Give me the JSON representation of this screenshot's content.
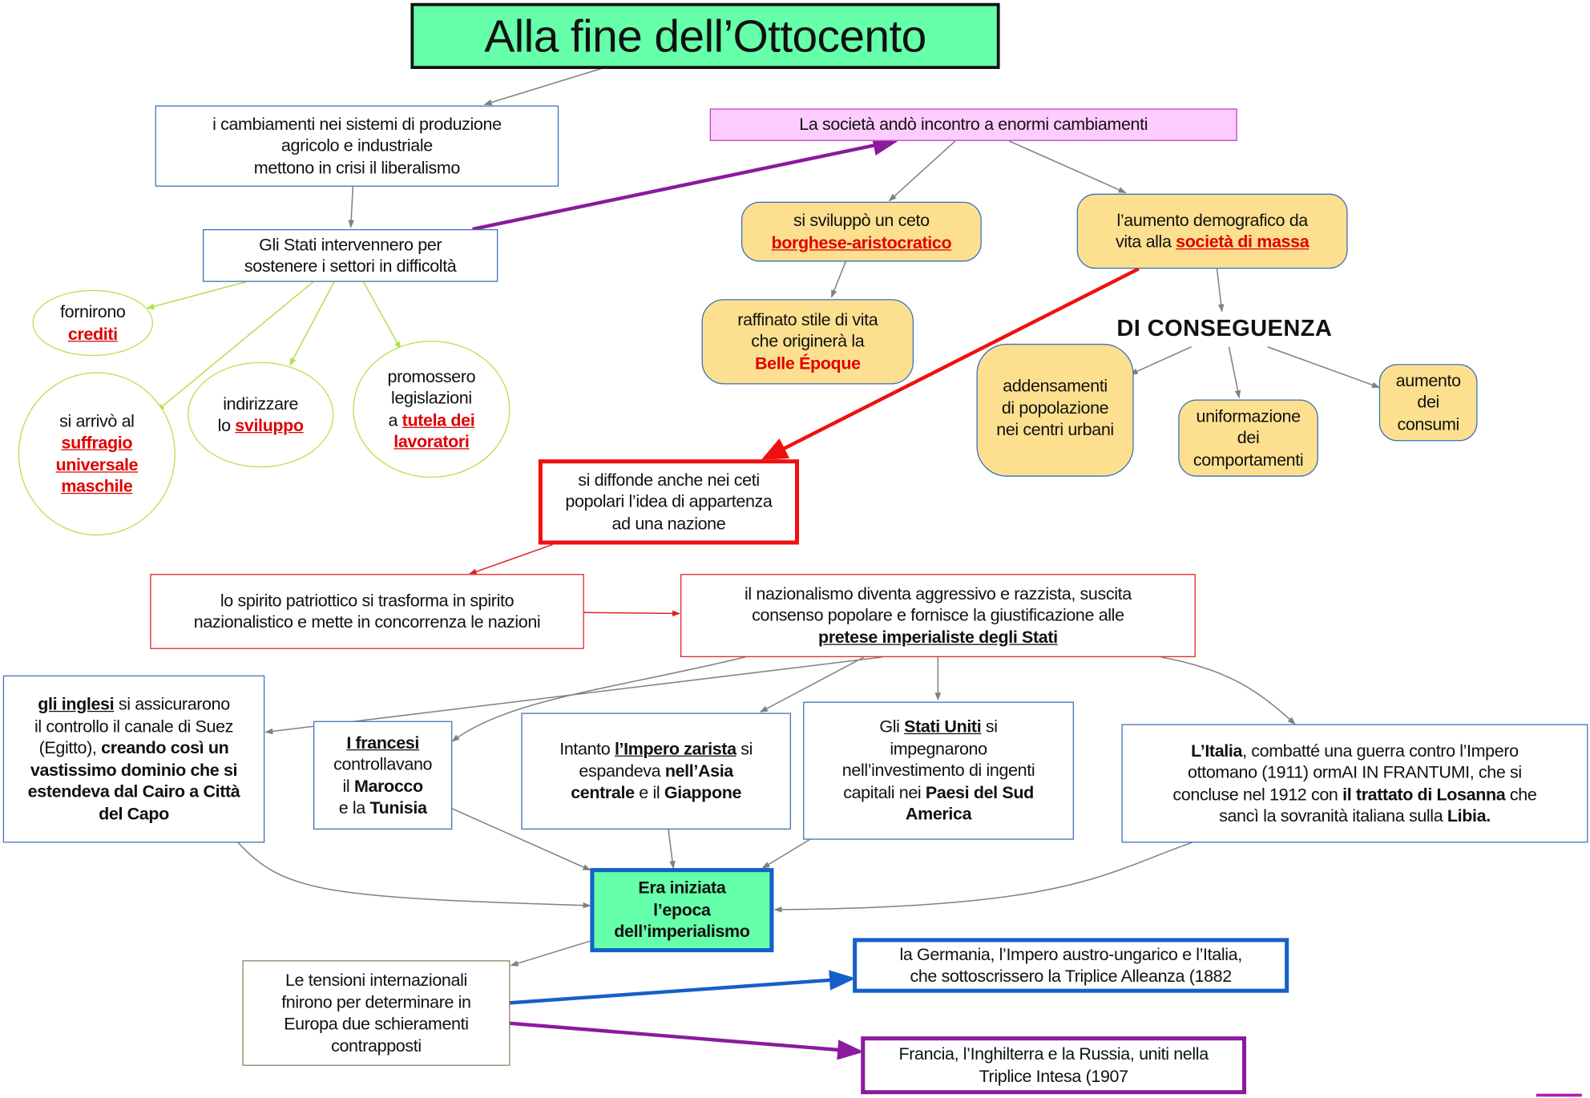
{
  "title": "Alla fine dell’Ottocento",
  "cambiamenti": {
    "lines": [
      "i cambiamenti nei sistemi di produzione",
      "agricolo e industriale",
      "mettono in crisi il liberalismo"
    ]
  },
  "stati": {
    "lines": [
      "Gli Stati intervennero per",
      "sostenere i settori in difficoltà"
    ]
  },
  "crediti": {
    "t1": "fornirono",
    "t2": "crediti"
  },
  "suffragio": {
    "t1": "si arrivò al",
    "t2": "suffragio",
    "t3": "universale",
    "t4": "maschile"
  },
  "sviluppo": {
    "t1": "indirizzare",
    "t2": "lo",
    "t3": "sviluppo"
  },
  "tutela": {
    "t1": "promossero",
    "t2": "legislazioni",
    "t3": "a",
    "t4": "tutela dei",
    "t5": "lavoratori"
  },
  "societa": {
    "text": "La società andò incontro a enormi cambiamenti"
  },
  "ceto": {
    "t1": "si sviluppò un ceto",
    "t2": "borghese-aristocratico"
  },
  "raffinato": {
    "t1": "raffinato stile di vita",
    "t2": "che originerà la",
    "t3": "Belle Époque"
  },
  "demografico": {
    "t1": "l’aumento demografico da",
    "t2": "vita alla",
    "t3": "società di massa"
  },
  "conseguenza": "DI CONSEGUENZA",
  "addensamenti": {
    "lines": [
      "addensamenti",
      "di popolazione",
      "nei centri urbani"
    ]
  },
  "uniformazione": {
    "lines": [
      "uniformazione",
      "dei",
      "comportamenti"
    ]
  },
  "consumi": {
    "lines": [
      "aumento",
      "dei",
      "consumi"
    ]
  },
  "diffonde": {
    "lines": [
      "si diffonde anche nei ceti",
      "popolari l’idea di appartenza",
      "ad una nazione"
    ]
  },
  "patriottico": {
    "lines": [
      "lo spirito patriottico si trasforma in spirito",
      "nazionalistico e mette in concorrenza le nazioni"
    ]
  },
  "nazionalismo": {
    "l1": "il nazionalismo diventa aggressivo e razzista,  suscita",
    "l2": "consenso popolare e fornisce la giustificazione alle",
    "l3": "pretese imperialiste degli Stati"
  },
  "inglesi": {
    "a": "gli inglesi",
    "b": " si assicurarono",
    "c": "il controllo il canale di Suez",
    "d": "(Egitto), ",
    "e": "creando così un vastissimo dominio che si estendeva dal Cairo a Città del Capo"
  },
  "francesi": {
    "a": "I francesi",
    "b": "controllavano",
    "c": "il ",
    "d": "Marocco",
    "e": "e la ",
    "f": "Tunisia"
  },
  "zarista": {
    "a": "Intanto ",
    "b": "l’Impero zarista",
    "c": " si",
    "d": "espandeva ",
    "e": "nell’Asia",
    "f": "centrale",
    "g": " e il ",
    "h": "Giappone"
  },
  "usa": {
    "a": "Gli ",
    "b": "Stati Uniti",
    "c": " si",
    "d": "impegnarono",
    "e": "nell’investimento di ingenti",
    "f": "capitali nei ",
    "g": "Paesi del Sud",
    "h": "America"
  },
  "italia": {
    "a": "L’Italia",
    "b": ", combatté una guerra contro l’Impero",
    "c": "ottomano (1911) ormAI IN FRANTUMI, che si",
    "d": "concluse nel 1912 con ",
    "e": "il trattato di Losanna",
    "f": " che",
    "g": "sancì la sovranità italiana sulla ",
    "h": "Libia."
  },
  "era": {
    "lines": [
      "Era iniziata",
      "l’epoca",
      "dell’imperialismo"
    ]
  },
  "tensioni": {
    "lines": [
      "Le tensioni internazionali",
      "fnirono per determinare in",
      "Europa due schieramenti",
      "contrapposti"
    ]
  },
  "alleanza": {
    "lines": [
      "la Germania, l’Impero austro-ungarico e l’Italia,",
      "che sottoscrissero la Triplice Alleanza (1882"
    ]
  },
  "intesa": {
    "lines": [
      "Francia, l’Inghilterra e la Russia, uniti nella",
      "Triplice Intesa (1907"
    ]
  },
  "colors": {
    "title_bg": "#66ffaa",
    "yellow": "#fde08f",
    "red": "#e00000",
    "blue": "#1560c8",
    "purple": "#8b1a9e",
    "pink": "#ffccff"
  }
}
